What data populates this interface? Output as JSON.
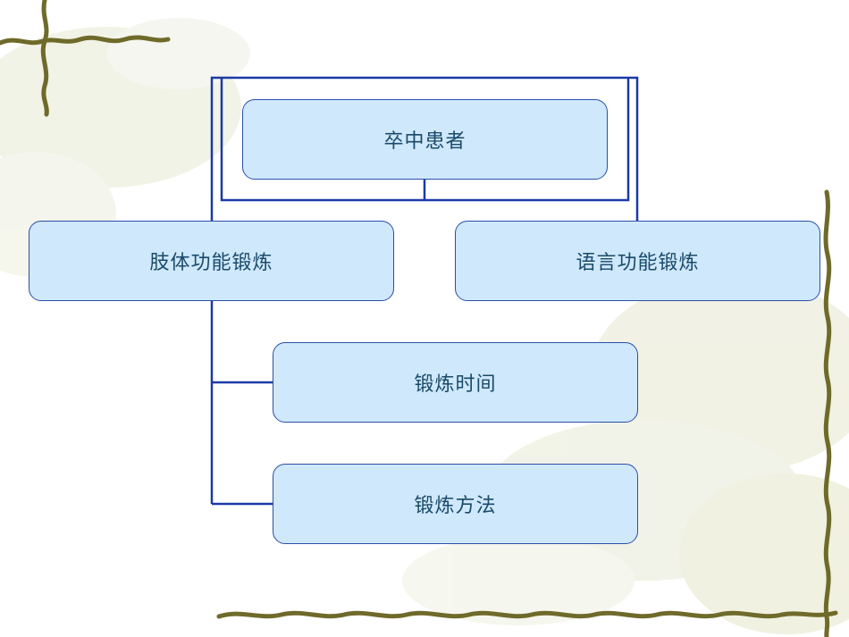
{
  "diagram": {
    "root": {
      "label": "卒中患者"
    },
    "branches": [
      {
        "label": "肢体功能锻炼",
        "children": [
          {
            "label": "锻炼时间"
          },
          {
            "label": "锻炼方法"
          }
        ]
      },
      {
        "label": "语言功能锻炼"
      }
    ]
  },
  "colors": {
    "node_fill": "#cfe8fb",
    "node_border": "#2a4fa8",
    "connector": "#1b3aa6",
    "text": "#1a4a6a",
    "vine": "#6f6a2a",
    "background_leaves": "#e3e6cc"
  },
  "decorations": {
    "top_left": "vine-corner-icon",
    "bottom_right": "vine-corner-icon",
    "background": "lotus-leaf-watermark"
  }
}
